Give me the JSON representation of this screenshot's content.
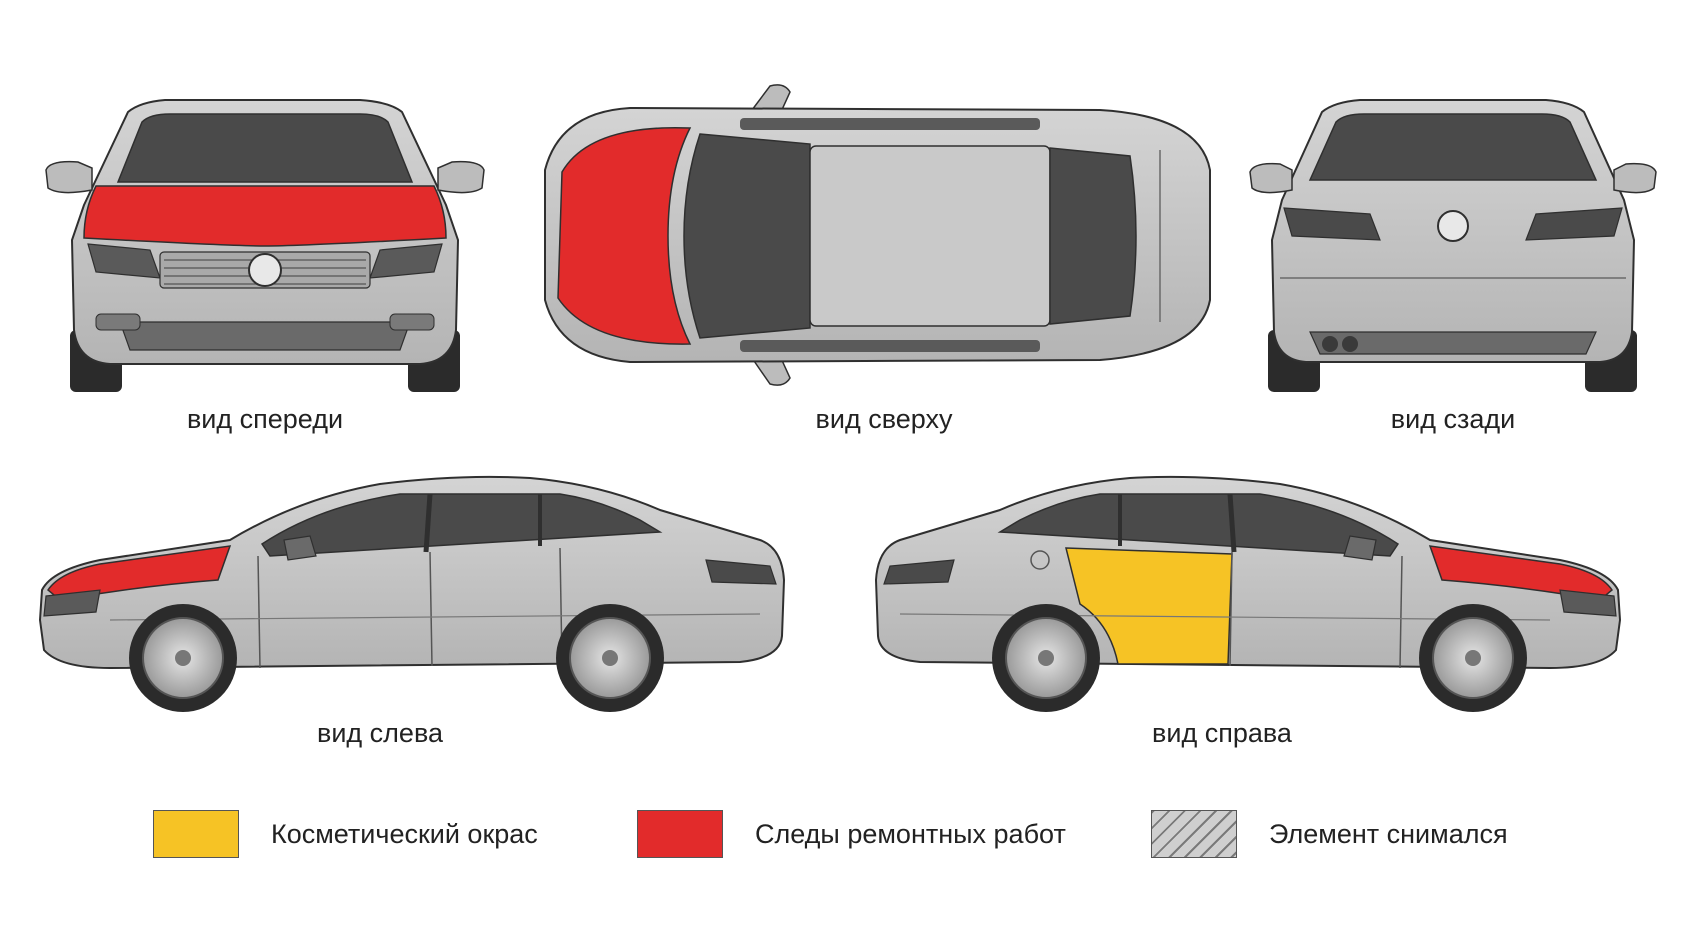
{
  "colors": {
    "cosmetic_paint": "#f6c325",
    "repair_traces": "#e22b2b",
    "body": "#c6c6c6",
    "body_dark": "#8f8f8f",
    "glass": "#4a4a4a",
    "outline": "#2f2f2f",
    "tire": "#2b2b2b",
    "rim": "#bdbdbd"
  },
  "views": {
    "front": "вид спереди",
    "top": "вид сверху",
    "rear": "вид сзади",
    "left": "вид слева",
    "right": "вид справа"
  },
  "damage": {
    "front": {
      "hood": "repair_traces"
    },
    "top": {
      "hood": "repair_traces"
    },
    "left": {
      "hood": "repair_traces"
    },
    "right": {
      "hood": "repair_traces",
      "rear_door": "cosmetic_paint"
    }
  },
  "legend": [
    {
      "key": "cosmetic_paint",
      "label": "Косметический окрас",
      "pattern": "solid"
    },
    {
      "key": "repair_traces",
      "label": "Следы ремонтных работ",
      "pattern": "solid"
    },
    {
      "key": "element_removed",
      "label": "Элемент снимался",
      "pattern": "hatched"
    }
  ]
}
